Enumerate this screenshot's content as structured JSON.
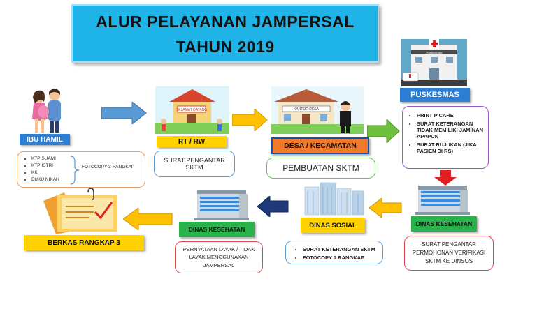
{
  "title": {
    "line1": "ALUR PELAYANAN JAMPERSAL",
    "line2": "TAHUN 2019"
  },
  "steps": {
    "ibu_hamil": {
      "label": "IBU HAMIL",
      "docs": [
        "KTP SUAMI",
        "KTP ISTRI",
        "KK",
        "BUKU NIKAH"
      ],
      "note": "FOTOCOPY 3 RANGKAP"
    },
    "rt_rw": {
      "label": "RT / RW",
      "desc": "SURAT PENGANTAR SKTM",
      "sign": "SELAMAT DATANG"
    },
    "desa": {
      "label": "DESA / KECAMATAN",
      "desc": "PEMBUATAN SKTM",
      "sign": "KANTOR DESA"
    },
    "puskesmas": {
      "label": "PUSKESMAS",
      "sign": "Puskesmas",
      "items": [
        "PRINT P CARE",
        "SURAT KETERANGAN TIDAK MEMILIKI JAMINAN APAPUN",
        "SURAT RUJUKAN (JIKA PASIEN DI RS)"
      ]
    },
    "dinkes_right": {
      "label": "DINAS KESEHATAN",
      "desc": "SURAT PENGANTAR PERMOHONAN VERIFIKASI SKTM KE DINSOS"
    },
    "dinsos": {
      "label": "DINAS SOSIAL",
      "items": [
        "SURAT KETERANGAN SKTM",
        "FOTOCOPY 1 RANGKAP"
      ]
    },
    "dinkes_left": {
      "label": "DINAS KESEHATAN",
      "desc": "PERNYATAAN LAYAK / TIDAK LAYAK MENGGUNAKAN JAMPERSAL"
    },
    "berkas": {
      "label": "BERKAS RANGKAP 3"
    }
  },
  "colors": {
    "title_bg": "#1fb4e8",
    "label_blue": "#2d7fd6",
    "label_yellow": "#ffd200",
    "label_green": "#29b34a",
    "label_orange": "#f07a2a",
    "arrow_blue": "#5b9bd5",
    "arrow_yellow": "#ffc000",
    "arrow_green": "#70c040",
    "arrow_navy": "#1f3a7a",
    "arrow_red": "#e02020"
  }
}
